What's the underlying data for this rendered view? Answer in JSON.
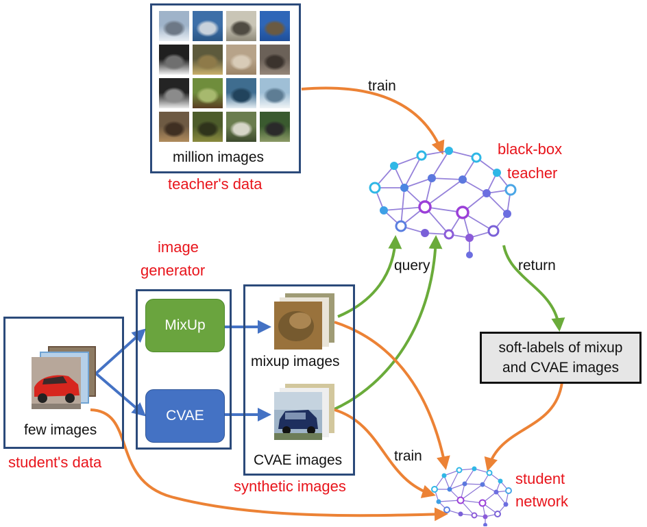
{
  "teacher_panel": {
    "caption": "million images",
    "title": "teacher's data",
    "thumbnails": [
      {
        "icon": "airplane",
        "colors": [
          "#9fb3c9",
          "#e8eef4",
          "#6d7886"
        ]
      },
      {
        "icon": "airplane",
        "colors": [
          "#3d6fa8",
          "#2a5686",
          "#c9d2dc"
        ]
      },
      {
        "icon": "bird",
        "colors": [
          "#c9c5b6",
          "#8f8a7a",
          "#4f4b42"
        ]
      },
      {
        "icon": "ostrich",
        "colors": [
          "#2e66b8",
          "#1f4f99",
          "#6a5a42"
        ]
      },
      {
        "icon": "car",
        "colors": [
          "#1f1f1f",
          "#f2f2f2",
          "#6f6f6f"
        ]
      },
      {
        "icon": "car",
        "colors": [
          "#5d5a3c",
          "#c9b06b",
          "#8e7a49"
        ]
      },
      {
        "icon": "cat",
        "colors": [
          "#b7a389",
          "#9b8467",
          "#d8cbb7"
        ]
      },
      {
        "icon": "cat",
        "colors": [
          "#6b6158",
          "#948679",
          "#3b332d"
        ]
      },
      {
        "icon": "dog",
        "colors": [
          "#242424",
          "#ececec",
          "#8b8b8b"
        ]
      },
      {
        "icon": "deer",
        "colors": [
          "#6f8d3c",
          "#5a3d22",
          "#a7b96e"
        ]
      },
      {
        "icon": "ship",
        "colors": [
          "#3f6d8f",
          "#e5eef3",
          "#21435c"
        ]
      },
      {
        "icon": "ship",
        "colors": [
          "#9fbfd6",
          "#f0f4f6",
          "#5e7d94"
        ]
      },
      {
        "icon": "frog",
        "colors": [
          "#6e5a43",
          "#b08b5c",
          "#3f2f22"
        ]
      },
      {
        "icon": "frog",
        "colors": [
          "#4d5c2b",
          "#8a8a3e",
          "#2f331b"
        ]
      },
      {
        "icon": "truck",
        "colors": [
          "#6a7d4e",
          "#3c4a2d",
          "#d6d6c8"
        ]
      },
      {
        "icon": "truck",
        "colors": [
          "#3a5a2f",
          "#8b9a66",
          "#2a2a2a"
        ]
      }
    ]
  },
  "teacher": {
    "label_line1": "black-box",
    "label_line2": "teacher"
  },
  "student": {
    "label_line1": "student",
    "label_line2": "network"
  },
  "edges": {
    "train_top": "train",
    "query": "query",
    "return": "return",
    "train_bottom": "train"
  },
  "generator": {
    "title_line1": "image",
    "title_line2": "generator",
    "mixup": "MixUp",
    "cvae": "CVAE"
  },
  "synthetic": {
    "mixup_caption": "mixup images",
    "cvae_caption": "CVAE images",
    "title": "synthetic images"
  },
  "student_data": {
    "caption": "few images",
    "title": "student's data"
  },
  "soft_labels": {
    "line1": "soft-labels of mixup",
    "line2": "and CVAE images"
  },
  "colors": {
    "frame": "#2b4a7a",
    "red_label": "#e8141b",
    "orange_arrow": "#ec8235",
    "green_arrow": "#6aab3a",
    "blue_arrow": "#4472c4",
    "mixup_fill": "#6aa43e",
    "cvae_fill": "#4472c4",
    "softlabel_fill": "#e6e6e6"
  }
}
